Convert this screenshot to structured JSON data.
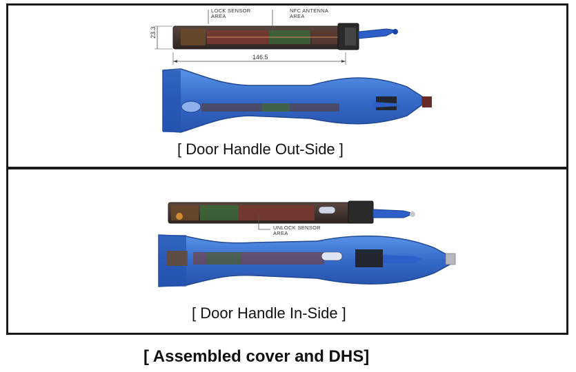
{
  "outside": {
    "caption": "[ Door Handle Out-Side ]",
    "label_lock_1": "LOCK SENSOR",
    "label_lock_2": "AREA",
    "label_nfc_1": "NFC ANTENNA",
    "label_nfc_2": "AREA",
    "dim_height": "23.3",
    "dim_length": "146.5"
  },
  "inside": {
    "caption": "[ Door Handle In-Side ]",
    "label_unlock_1": "UNLOCK SENSOR",
    "label_unlock_2": "AREA"
  },
  "title": "[ Assembled cover and DHS]",
  "colors": {
    "border": "#1a1a1a",
    "handle_blue": "#2f6fd0",
    "module_dark": "#3a2f2a",
    "module_red": "#7a3a30",
    "module_green": "#3b6b3a"
  }
}
